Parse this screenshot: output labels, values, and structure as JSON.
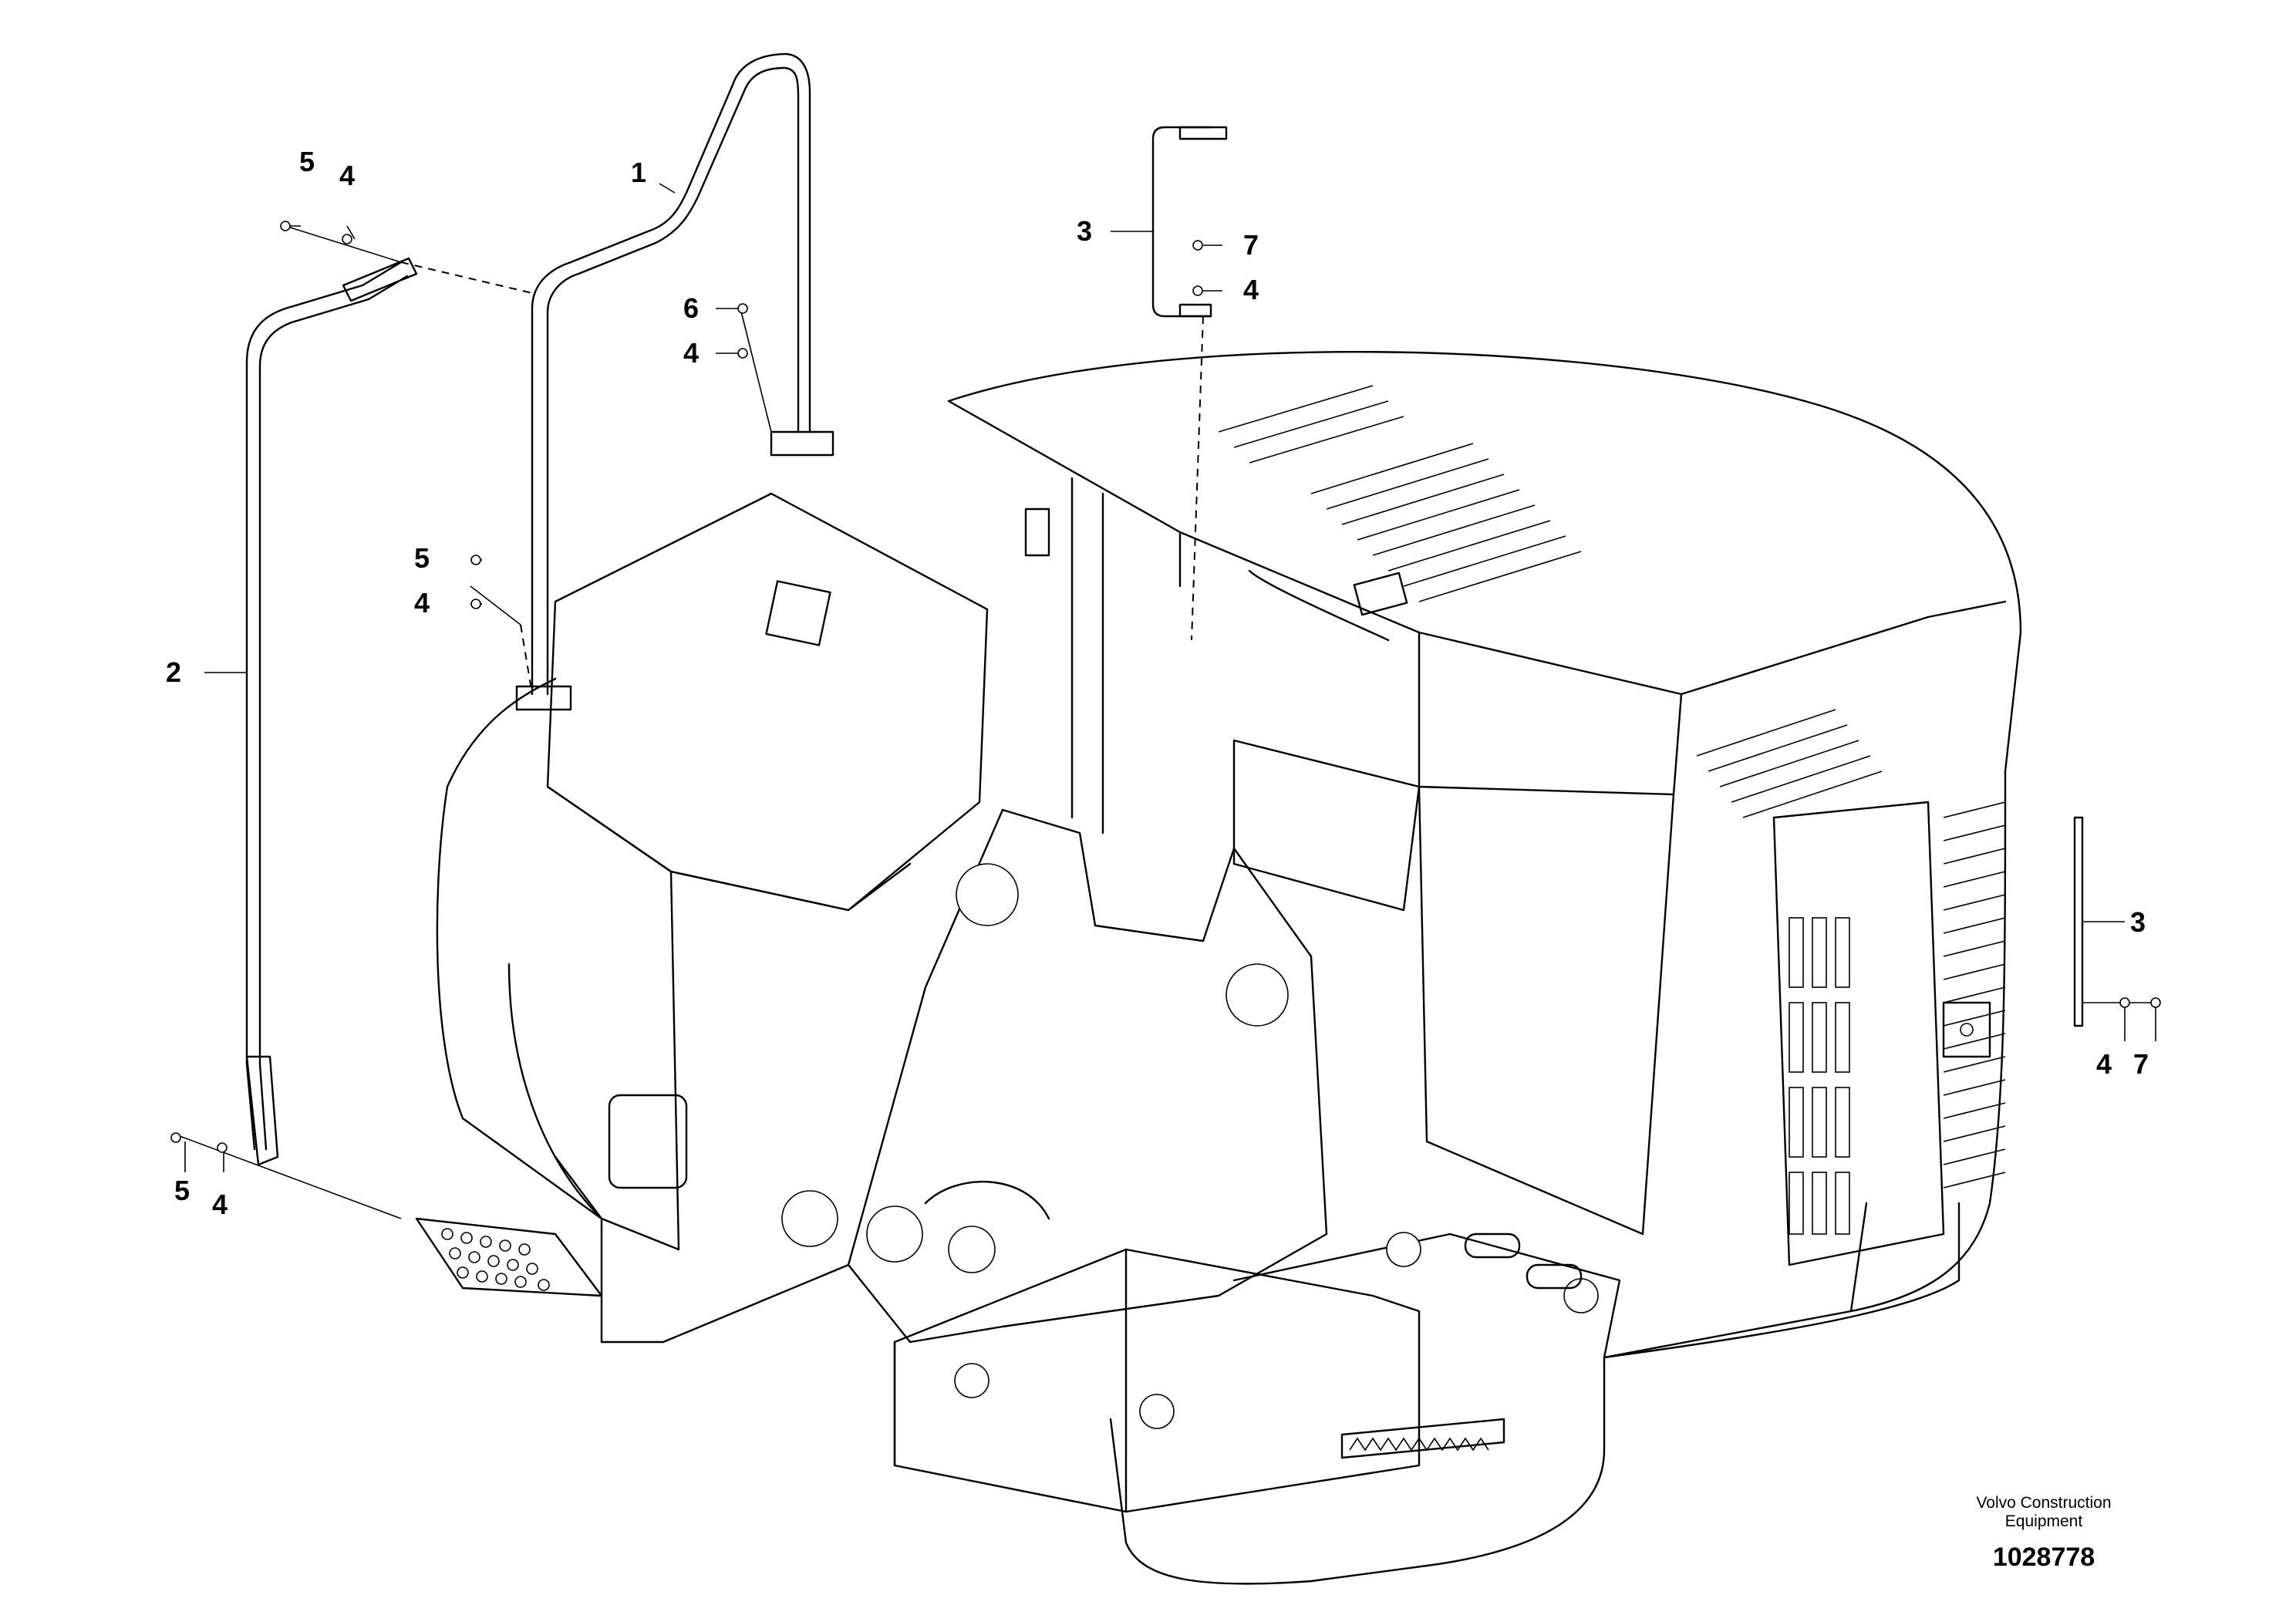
{
  "callouts": [
    {
      "label": "1"
    },
    {
      "label": "2"
    },
    {
      "label": "3"
    },
    {
      "label": "3"
    },
    {
      "label": "4"
    },
    {
      "label": "4"
    },
    {
      "label": "4"
    },
    {
      "label": "4"
    },
    {
      "label": "4"
    },
    {
      "label": "4"
    },
    {
      "label": "5"
    },
    {
      "label": "5"
    },
    {
      "label": "5"
    },
    {
      "label": "6"
    },
    {
      "label": "7"
    },
    {
      "label": "7"
    }
  ],
  "credit": {
    "line1": "Volvo Construction",
    "line2": "Equipment"
  },
  "document_number": "1028778"
}
